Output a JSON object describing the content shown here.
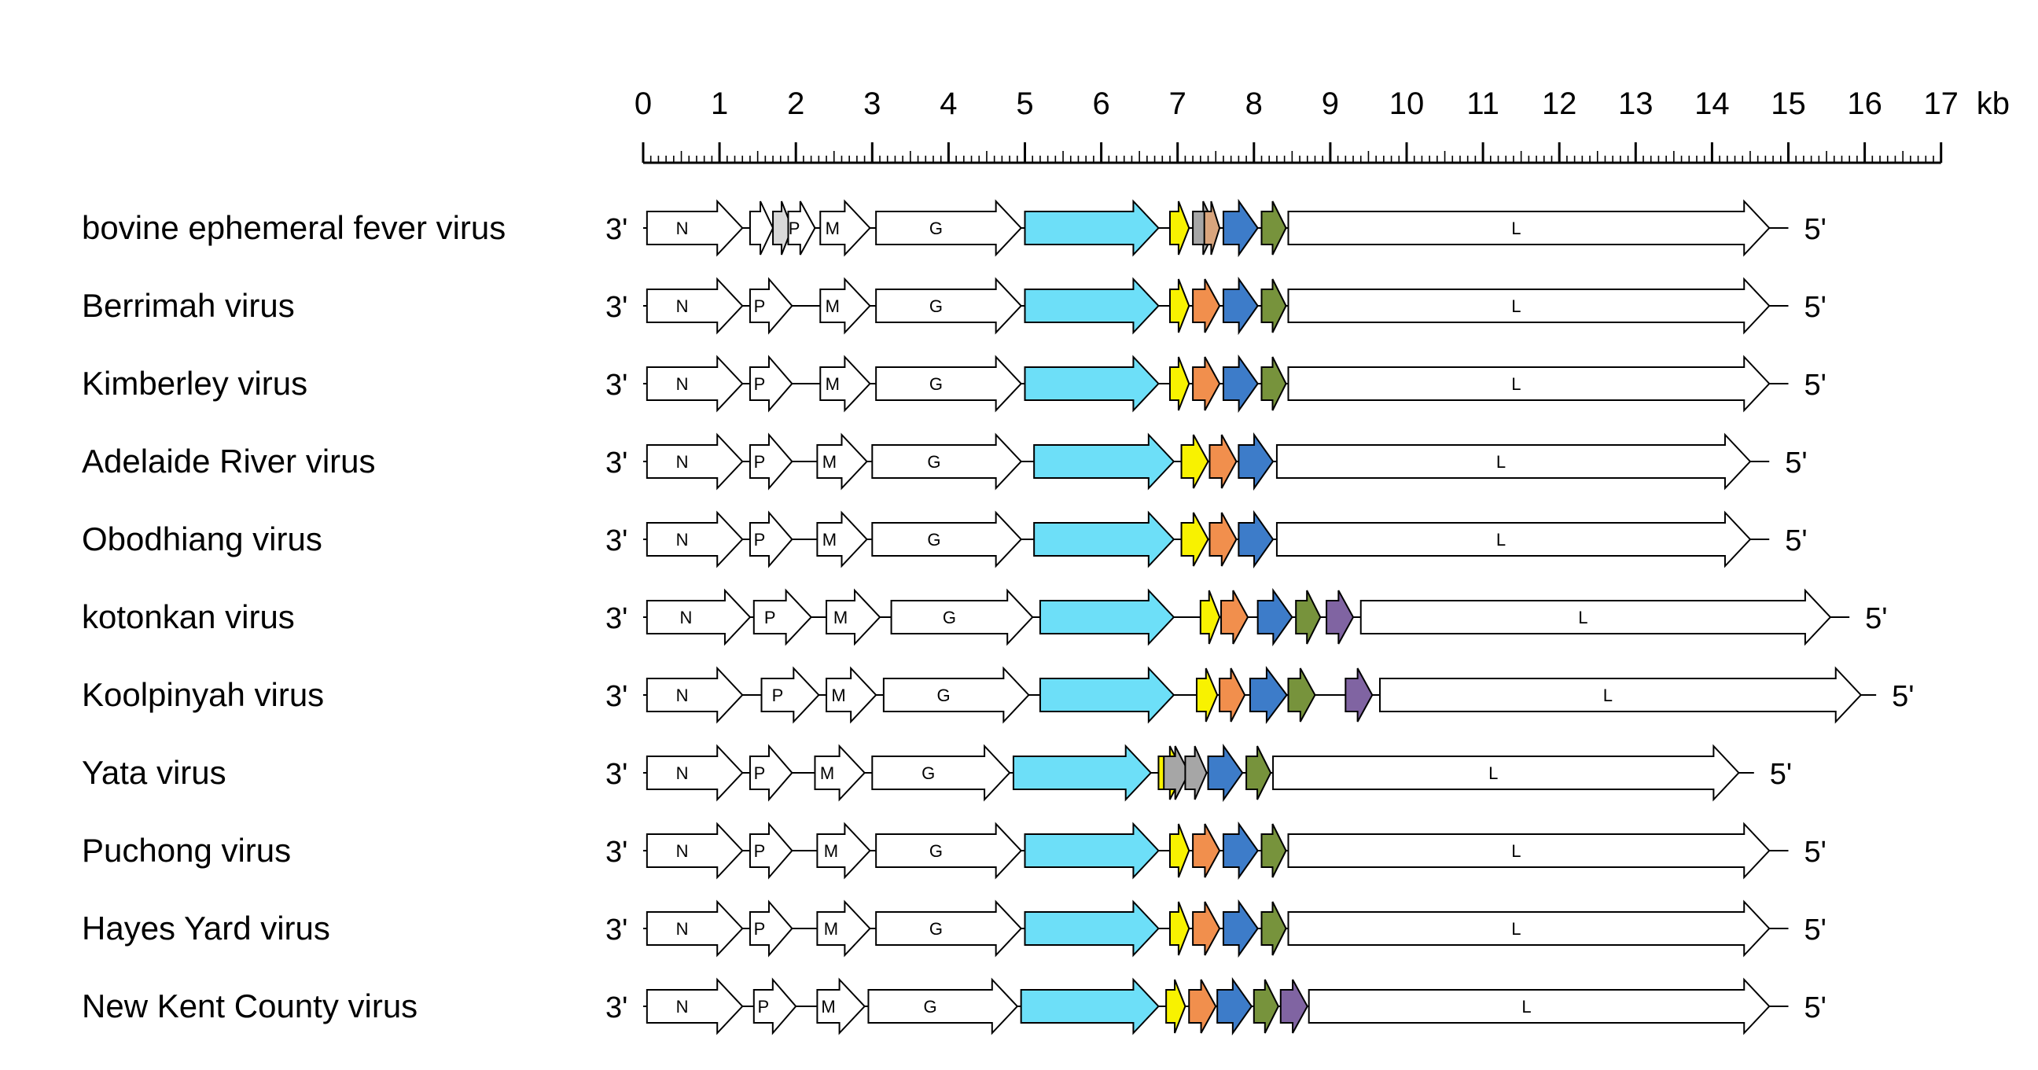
{
  "scale": {
    "min": 0,
    "max": 17,
    "unit": "kb",
    "major_ticks": [
      "0",
      "1",
      "2",
      "3",
      "4",
      "5",
      "6",
      "7",
      "8",
      "9",
      "10",
      "11",
      "12",
      "13",
      "14",
      "15",
      "16",
      "17"
    ]
  },
  "end_labels": {
    "left": "3'",
    "right": "5'"
  },
  "colors": {
    "white": "#ffffff",
    "cyan": "#6ddff8",
    "yellow": "#f8f200",
    "orange": "#f18f4d",
    "blue": "#3d7cc9",
    "green": "#77933c",
    "purple": "#8064a2",
    "lightgray": "#d9d9d9",
    "gray": "#a6a6a6",
    "tan": "#d9a57d"
  },
  "viruses": [
    {
      "name": "bovine ephemeral fever virus",
      "end": 15.0,
      "genes": [
        {
          "s": 0.05,
          "e": 1.3,
          "label": "N",
          "c": "white"
        },
        {
          "s": 1.4,
          "e": 1.7,
          "label": "",
          "c": "white"
        },
        {
          "s": 1.7,
          "e": 1.95,
          "label": "",
          "c": "lightgray"
        },
        {
          "s": 1.9,
          "e": 2.25,
          "label": "P",
          "c": "white"
        },
        {
          "s": 2.32,
          "e": 2.97,
          "label": "M",
          "c": "white"
        },
        {
          "s": 3.05,
          "e": 4.95,
          "label": "G",
          "c": "white"
        },
        {
          "s": 5.0,
          "e": 6.75,
          "label": "",
          "c": "cyan"
        },
        {
          "s": 6.9,
          "e": 7.15,
          "label": "",
          "c": "yellow"
        },
        {
          "s": 7.2,
          "e": 7.5,
          "label": "",
          "c": "gray"
        },
        {
          "s": 7.35,
          "e": 7.55,
          "label": "",
          "c": "tan"
        },
        {
          "s": 7.6,
          "e": 8.05,
          "label": "",
          "c": "blue"
        },
        {
          "s": 8.1,
          "e": 8.42,
          "label": "",
          "c": "green"
        },
        {
          "s": 8.45,
          "e": 14.75,
          "label": "L",
          "c": "white"
        }
      ]
    },
    {
      "name": "Berrimah virus",
      "end": 15.0,
      "genes": [
        {
          "s": 0.05,
          "e": 1.3,
          "label": "N",
          "c": "white"
        },
        {
          "s": 1.4,
          "e": 1.95,
          "label": "P",
          "c": "white"
        },
        {
          "s": 2.32,
          "e": 2.97,
          "label": "M",
          "c": "white"
        },
        {
          "s": 3.05,
          "e": 4.95,
          "label": "G",
          "c": "white"
        },
        {
          "s": 5.0,
          "e": 6.75,
          "label": "",
          "c": "cyan"
        },
        {
          "s": 6.9,
          "e": 7.15,
          "label": "",
          "c": "yellow"
        },
        {
          "s": 7.2,
          "e": 7.55,
          "label": "",
          "c": "orange"
        },
        {
          "s": 7.6,
          "e": 8.05,
          "label": "",
          "c": "blue"
        },
        {
          "s": 8.1,
          "e": 8.42,
          "label": "",
          "c": "green"
        },
        {
          "s": 8.45,
          "e": 14.75,
          "label": "L",
          "c": "white"
        }
      ]
    },
    {
      "name": "Kimberley virus",
      "end": 15.0,
      "genes": [
        {
          "s": 0.05,
          "e": 1.3,
          "label": "N",
          "c": "white"
        },
        {
          "s": 1.4,
          "e": 1.95,
          "label": "P",
          "c": "white"
        },
        {
          "s": 2.32,
          "e": 2.97,
          "label": "M",
          "c": "white"
        },
        {
          "s": 3.05,
          "e": 4.95,
          "label": "G",
          "c": "white"
        },
        {
          "s": 5.0,
          "e": 6.75,
          "label": "",
          "c": "cyan"
        },
        {
          "s": 6.9,
          "e": 7.15,
          "label": "",
          "c": "yellow"
        },
        {
          "s": 7.2,
          "e": 7.55,
          "label": "",
          "c": "orange"
        },
        {
          "s": 7.6,
          "e": 8.05,
          "label": "",
          "c": "blue"
        },
        {
          "s": 8.1,
          "e": 8.42,
          "label": "",
          "c": "green"
        },
        {
          "s": 8.45,
          "e": 14.75,
          "label": "L",
          "c": "white"
        }
      ]
    },
    {
      "name": "Adelaide River virus",
      "end": 14.75,
      "genes": [
        {
          "s": 0.05,
          "e": 1.3,
          "label": "N",
          "c": "white"
        },
        {
          "s": 1.4,
          "e": 1.95,
          "label": "P",
          "c": "white"
        },
        {
          "s": 2.28,
          "e": 2.93,
          "label": "M",
          "c": "white"
        },
        {
          "s": 3.0,
          "e": 4.95,
          "label": "G",
          "c": "white"
        },
        {
          "s": 5.12,
          "e": 6.95,
          "label": "",
          "c": "cyan"
        },
        {
          "s": 7.05,
          "e": 7.4,
          "label": "",
          "c": "yellow"
        },
        {
          "s": 7.42,
          "e": 7.77,
          "label": "",
          "c": "orange"
        },
        {
          "s": 7.8,
          "e": 8.25,
          "label": "",
          "c": "blue"
        },
        {
          "s": 8.3,
          "e": 14.5,
          "label": "L",
          "c": "white"
        }
      ]
    },
    {
      "name": "Obodhiang virus",
      "end": 14.75,
      "genes": [
        {
          "s": 0.05,
          "e": 1.3,
          "label": "N",
          "c": "white"
        },
        {
          "s": 1.4,
          "e": 1.95,
          "label": "P",
          "c": "white"
        },
        {
          "s": 2.28,
          "e": 2.93,
          "label": "M",
          "c": "white"
        },
        {
          "s": 3.0,
          "e": 4.95,
          "label": "G",
          "c": "white"
        },
        {
          "s": 5.12,
          "e": 6.95,
          "label": "",
          "c": "cyan"
        },
        {
          "s": 7.05,
          "e": 7.4,
          "label": "",
          "c": "yellow"
        },
        {
          "s": 7.42,
          "e": 7.77,
          "label": "",
          "c": "orange"
        },
        {
          "s": 7.8,
          "e": 8.25,
          "label": "",
          "c": "blue"
        },
        {
          "s": 8.3,
          "e": 14.5,
          "label": "L",
          "c": "white"
        }
      ]
    },
    {
      "name": "kotonkan virus",
      "end": 15.8,
      "genes": [
        {
          "s": 0.05,
          "e": 1.4,
          "label": "N",
          "c": "white"
        },
        {
          "s": 1.45,
          "e": 2.2,
          "label": "P",
          "c": "white"
        },
        {
          "s": 2.4,
          "e": 3.1,
          "label": "M",
          "c": "white"
        },
        {
          "s": 3.25,
          "e": 5.1,
          "label": "G",
          "c": "white"
        },
        {
          "s": 5.2,
          "e": 6.95,
          "label": "",
          "c": "cyan"
        },
        {
          "s": 7.3,
          "e": 7.55,
          "label": "",
          "c": "yellow"
        },
        {
          "s": 7.57,
          "e": 7.92,
          "label": "",
          "c": "orange"
        },
        {
          "s": 8.05,
          "e": 8.5,
          "label": "",
          "c": "blue"
        },
        {
          "s": 8.55,
          "e": 8.87,
          "label": "",
          "c": "green"
        },
        {
          "s": 8.95,
          "e": 9.3,
          "label": "",
          "c": "purple"
        },
        {
          "s": 9.4,
          "e": 15.55,
          "label": "L",
          "c": "white"
        }
      ]
    },
    {
      "name": "Koolpinyah virus",
      "end": 16.15,
      "genes": [
        {
          "s": 0.05,
          "e": 1.3,
          "label": "N",
          "c": "white"
        },
        {
          "s": 1.55,
          "e": 2.3,
          "label": "P",
          "c": "white"
        },
        {
          "s": 2.4,
          "e": 3.05,
          "label": "M",
          "c": "white"
        },
        {
          "s": 3.15,
          "e": 5.05,
          "label": "G",
          "c": "white"
        },
        {
          "s": 5.2,
          "e": 6.95,
          "label": "",
          "c": "cyan"
        },
        {
          "s": 7.25,
          "e": 7.52,
          "label": "",
          "c": "yellow"
        },
        {
          "s": 7.55,
          "e": 7.88,
          "label": "",
          "c": "orange"
        },
        {
          "s": 7.95,
          "e": 8.43,
          "label": "",
          "c": "blue"
        },
        {
          "s": 8.45,
          "e": 8.8,
          "label": "",
          "c": "green"
        },
        {
          "s": 9.2,
          "e": 9.55,
          "label": "",
          "c": "purple"
        },
        {
          "s": 9.65,
          "e": 15.95,
          "label": "L",
          "c": "white"
        }
      ]
    },
    {
      "name": "Yata virus",
      "end": 14.55,
      "genes": [
        {
          "s": 0.05,
          "e": 1.3,
          "label": "N",
          "c": "white"
        },
        {
          "s": 1.4,
          "e": 1.95,
          "label": "P",
          "c": "white"
        },
        {
          "s": 2.25,
          "e": 2.9,
          "label": "M",
          "c": "white"
        },
        {
          "s": 3.0,
          "e": 4.8,
          "label": "G",
          "c": "white"
        },
        {
          "s": 4.85,
          "e": 6.65,
          "label": "",
          "c": "cyan"
        },
        {
          "s": 6.75,
          "e": 7.08,
          "label": "",
          "c": "yellow"
        },
        {
          "s": 6.82,
          "e": 7.15,
          "label": "",
          "c": "gray"
        },
        {
          "s": 7.1,
          "e": 7.38,
          "label": "",
          "c": "gray"
        },
        {
          "s": 7.4,
          "e": 7.85,
          "label": "",
          "c": "blue"
        },
        {
          "s": 7.9,
          "e": 8.22,
          "label": "",
          "c": "green"
        },
        {
          "s": 8.25,
          "e": 14.35,
          "label": "L",
          "c": "white"
        }
      ]
    },
    {
      "name": "Puchong virus",
      "end": 15.0,
      "genes": [
        {
          "s": 0.05,
          "e": 1.3,
          "label": "N",
          "c": "white"
        },
        {
          "s": 1.4,
          "e": 1.95,
          "label": "P",
          "c": "white"
        },
        {
          "s": 2.28,
          "e": 2.97,
          "label": "M",
          "c": "white"
        },
        {
          "s": 3.05,
          "e": 4.95,
          "label": "G",
          "c": "white"
        },
        {
          "s": 5.0,
          "e": 6.75,
          "label": "",
          "c": "cyan"
        },
        {
          "s": 6.9,
          "e": 7.15,
          "label": "",
          "c": "yellow"
        },
        {
          "s": 7.2,
          "e": 7.55,
          "label": "",
          "c": "orange"
        },
        {
          "s": 7.6,
          "e": 8.05,
          "label": "",
          "c": "blue"
        },
        {
          "s": 8.1,
          "e": 8.42,
          "label": "",
          "c": "green"
        },
        {
          "s": 8.45,
          "e": 14.75,
          "label": "L",
          "c": "white"
        }
      ]
    },
    {
      "name": "Hayes Yard virus",
      "end": 15.0,
      "genes": [
        {
          "s": 0.05,
          "e": 1.3,
          "label": "N",
          "c": "white"
        },
        {
          "s": 1.4,
          "e": 1.95,
          "label": "P",
          "c": "white"
        },
        {
          "s": 2.28,
          "e": 2.97,
          "label": "M",
          "c": "white"
        },
        {
          "s": 3.05,
          "e": 4.95,
          "label": "G",
          "c": "white"
        },
        {
          "s": 5.0,
          "e": 6.75,
          "label": "",
          "c": "cyan"
        },
        {
          "s": 6.9,
          "e": 7.15,
          "label": "",
          "c": "yellow"
        },
        {
          "s": 7.2,
          "e": 7.55,
          "label": "",
          "c": "orange"
        },
        {
          "s": 7.6,
          "e": 8.05,
          "label": "",
          "c": "blue"
        },
        {
          "s": 8.1,
          "e": 8.42,
          "label": "",
          "c": "green"
        },
        {
          "s": 8.45,
          "e": 14.75,
          "label": "L",
          "c": "white"
        }
      ]
    },
    {
      "name": "New Kent County virus",
      "end": 15.0,
      "genes": [
        {
          "s": 0.05,
          "e": 1.3,
          "label": "N",
          "c": "white"
        },
        {
          "s": 1.45,
          "e": 2.0,
          "label": "P",
          "c": "white"
        },
        {
          "s": 2.28,
          "e": 2.9,
          "label": "M",
          "c": "white"
        },
        {
          "s": 2.95,
          "e": 4.9,
          "label": "G",
          "c": "white"
        },
        {
          "s": 4.95,
          "e": 6.75,
          "label": "",
          "c": "cyan"
        },
        {
          "s": 6.85,
          "e": 7.1,
          "label": "",
          "c": "yellow"
        },
        {
          "s": 7.15,
          "e": 7.5,
          "label": "",
          "c": "orange"
        },
        {
          "s": 7.52,
          "e": 7.97,
          "label": "",
          "c": "blue"
        },
        {
          "s": 8.0,
          "e": 8.32,
          "label": "",
          "c": "green"
        },
        {
          "s": 8.35,
          "e": 8.7,
          "label": "",
          "c": "purple"
        },
        {
          "s": 8.72,
          "e": 14.75,
          "label": "L",
          "c": "white"
        }
      ]
    }
  ]
}
